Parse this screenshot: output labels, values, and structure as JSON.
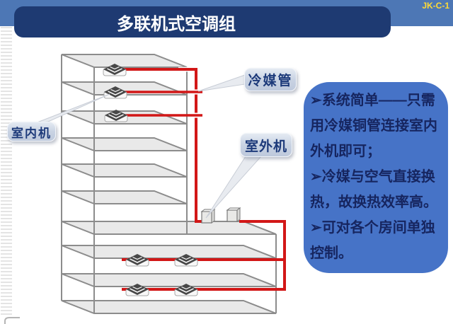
{
  "header": {
    "code": "JK-C-1",
    "title": "多联机式空调组"
  },
  "callouts": {
    "indoor_unit": "室内机",
    "refrigerant_pipe": "冷媒管",
    "outdoor_unit": "室外机"
  },
  "info_panel": {
    "bullet": "➢",
    "items": [
      "系统简单——只需用冷媒铜管连接室内外机即可；",
      "冷媒与空气直接换热，故换热效率高。",
      "可对各个房间单独控制。"
    ]
  },
  "diagram": {
    "indoor_unit_count": 7,
    "outdoor_unit_count": 2
  },
  "colors": {
    "banner": "#4d77b5",
    "title_bg": "#1e3a72",
    "panel_bg": "#4673c7",
    "panel_text": "#16255f",
    "pipe": "#d21717",
    "label_text": "#1d3a7a",
    "code_text": "#ffda35"
  }
}
